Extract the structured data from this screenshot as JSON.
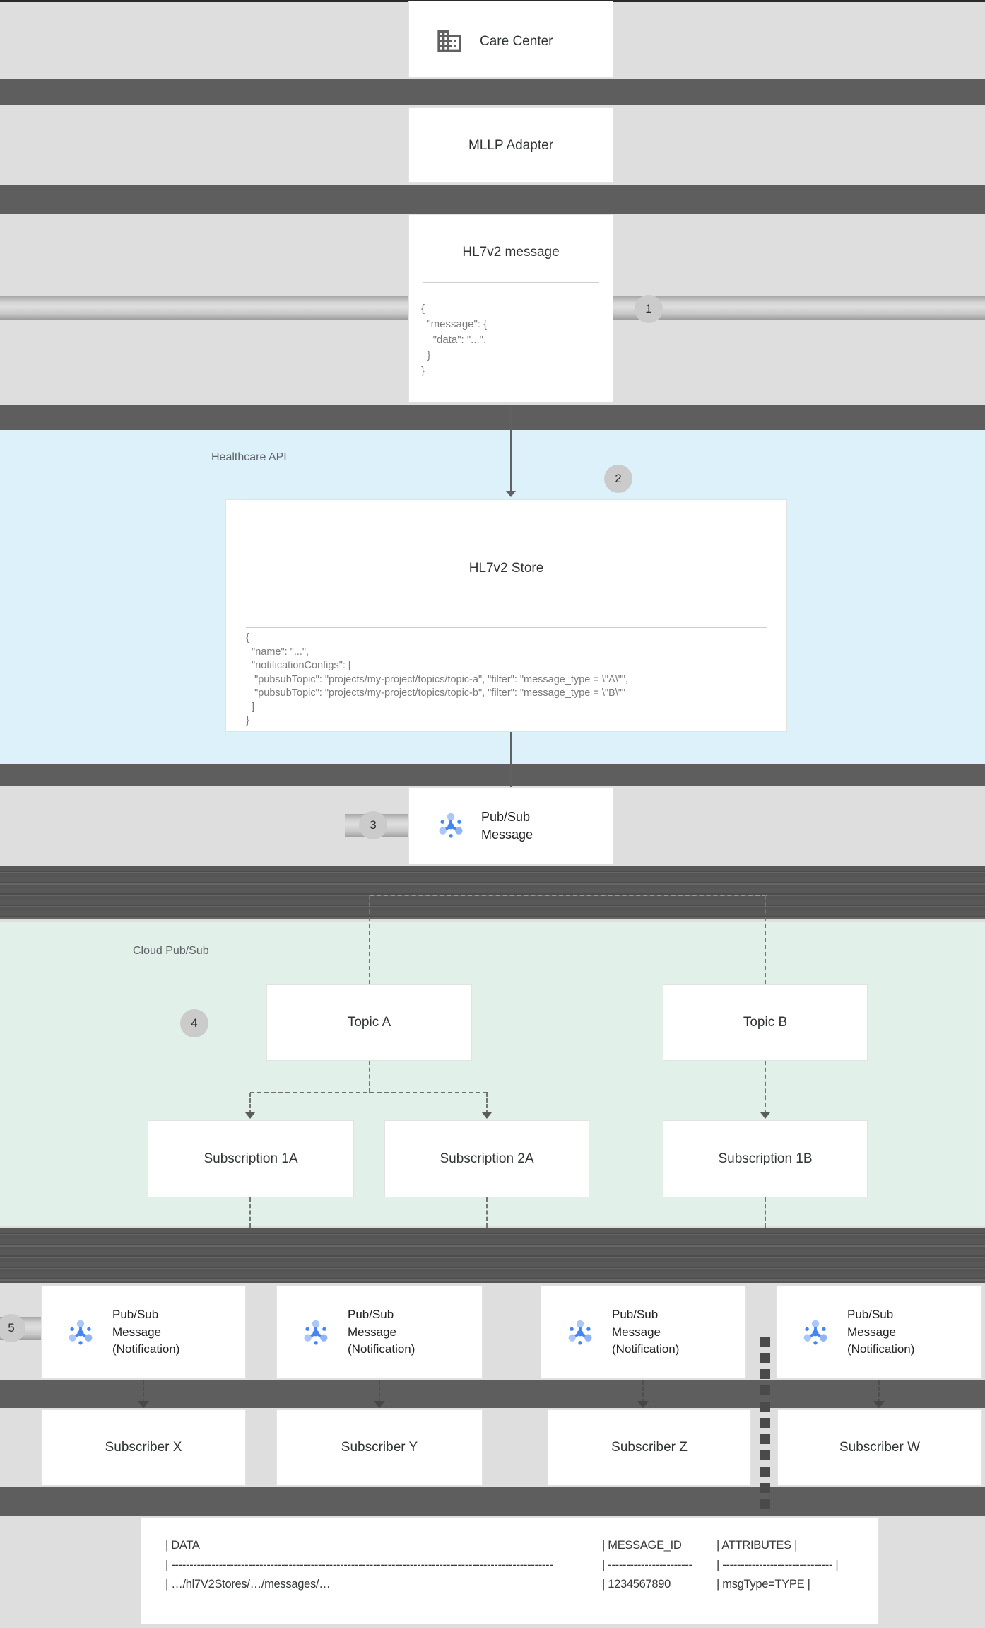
{
  "sections": {
    "healthcare_api": "Healthcare API",
    "cloud_pubsub": "Cloud Pub/Sub"
  },
  "steps": {
    "s1": "1",
    "s2": "2",
    "s3": "3",
    "s4": "4",
    "s5": "5"
  },
  "nodes": {
    "care_center": {
      "label": "Care Center",
      "icon": "building-icon"
    },
    "mllp_adapter": {
      "label": "MLLP Adapter"
    },
    "hl7v2_message": {
      "title": "HL7v2 message",
      "code": "{\n  \"message\": {\n    \"data\": \"...\",\n  }\n}"
    },
    "hl7v2_store": {
      "title": "HL7v2 Store",
      "code": "{\n  \"name\": \"...\",\n  \"notificationConfigs\": [\n   \"pubsubTopic\": \"projects/my-project/topics/topic-a\", \"filter\": \"message_type = \\\"A\\\"\",\n   \"pubsubTopic\": \"projects/my-project/topics/topic-b\", \"filter\": \"message_type = \\\"B\\\"\"\n  ]\n}"
    },
    "pubsub_message": {
      "line1": "Pub/Sub",
      "line2": "Message",
      "icon": "pubsub-icon"
    }
  },
  "topics": [
    "Topic A",
    "Topic B"
  ],
  "subscriptions": [
    "Subscription 1A",
    "Subscription 2A",
    "Subscription 1B"
  ],
  "notification": {
    "line1": "Pub/Sub",
    "line2": "Message",
    "line3": "(Notification)"
  },
  "subscribers": [
    "Subscriber X",
    "Subscriber Y",
    "Subscriber Z",
    "Subscriber W"
  ],
  "table": {
    "header": {
      "c1": "| DATA",
      "c2": "| MESSAGE_ID",
      "c3": "| ATTRIBUTES |"
    },
    "divider": {
      "c1": "| --------------------------------------------------------------------------------------------------------",
      "c2": "| -----------------------",
      "c3": "| ------------------------------ |"
    },
    "row": {
      "c1": "| …/hl7V2Stores/…/messages/…",
      "c2": "| 1234567890",
      "c3": "| msgType=TYPE |"
    }
  },
  "colors": {
    "accent_blue": "#4285f4",
    "light_blue_node": "#a9c7fb",
    "healthcare_section": "#ddf1fb",
    "pubsub_section": "#e1f0e8",
    "separator": "#5e5e5e"
  }
}
